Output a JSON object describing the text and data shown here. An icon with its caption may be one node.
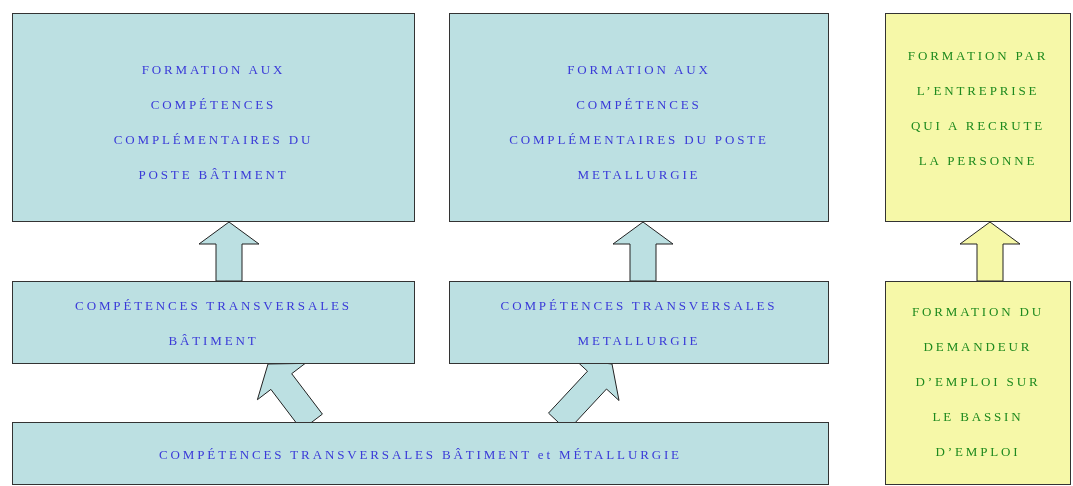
{
  "diagram": {
    "nodes": [
      {
        "text": [
          "FORMATION AUX COMPÉTENCES COMPLÉMENTAIRES DU POSTE BÂTIMENT"
        ]
      },
      {
        "text": [
          "FORMATION AUX COMPÉTENCES COMPLÉMENTAIRES DU POSTE METALLURGIE"
        ]
      },
      {
        "text": [
          "FORMATION PAR L’ENTREPRISE QUI A RECRUTE LA PERSONNE"
        ]
      },
      {
        "text": [
          "COMPÉTENCES TRANSVERSALES BÂTIMENT"
        ]
      },
      {
        "text": [
          "COMPÉTENCES TRANSVERSALES METALLURGIE"
        ]
      },
      {
        "text": [
          "COMPÉTENCES TRANSVERSALES BÂTIMENT et MÉTALLURGIE"
        ]
      },
      {
        "text": [
          "FORMATION DU DEMANDEUR D’EMPLOI SUR LE BASSIN D’EMPLOI"
        ]
      }
    ],
    "edges": [
      {
        "from": 3,
        "to": 0,
        "arrow": "to"
      },
      {
        "from": 4,
        "to": 1,
        "arrow": "to"
      },
      {
        "from": 6,
        "to": 2,
        "arrow": "to"
      },
      {
        "from": 5,
        "to": 3,
        "arrow": "to"
      },
      {
        "from": 5,
        "to": 4,
        "arrow": "to"
      }
    ]
  }
}
